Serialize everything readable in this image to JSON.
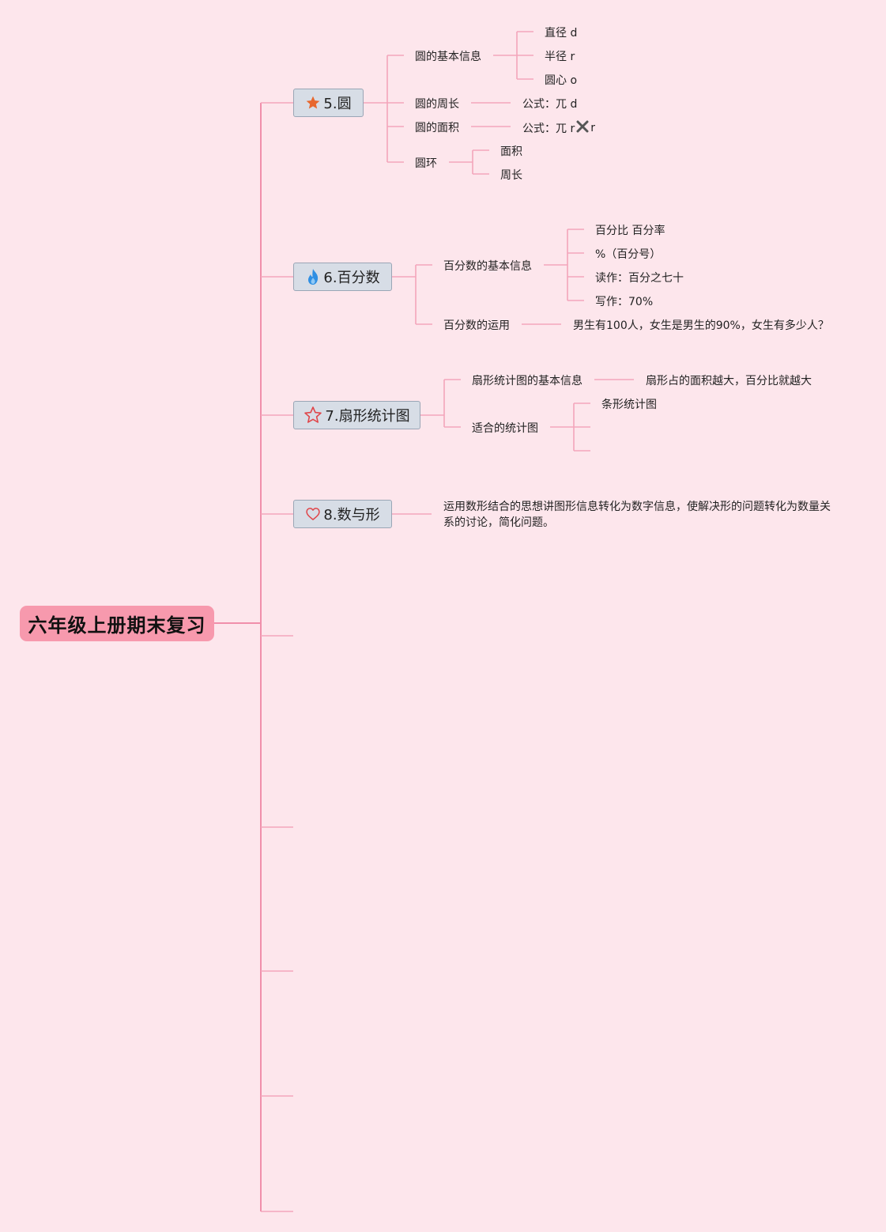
{
  "root": {
    "label": "六年级上册期末复习"
  },
  "topics": [
    {
      "label": "5.圆",
      "icon": "star-filled-icon",
      "items": {
        "basic": {
          "label": "圆的基本信息",
          "children": [
            "直径 d",
            "半径 r",
            "圆心 o"
          ]
        },
        "circumference": {
          "label": "圆的周长",
          "formula": "公式：兀 d"
        },
        "area": {
          "label": "圆的面积",
          "formula_prefix": "公式：兀 r",
          "formula_suffix": "r"
        },
        "ring": {
          "label": "圆环",
          "children": [
            "面积",
            "周长"
          ]
        }
      }
    },
    {
      "label": "6.百分数",
      "icon": "fire-icon",
      "items": {
        "basic": {
          "label": "百分数的基本信息",
          "children": [
            "百分比 百分率",
            "%（百分号）",
            "读作：百分之七十",
            "写作：70%"
          ]
        },
        "usage": {
          "label": "百分数的运用",
          "example": "男生有100人，女生是男生的90%，女生有多少人？"
        }
      }
    },
    {
      "label": "7.扇形统计图",
      "icon": "star-outline-icon",
      "items": {
        "basic": {
          "label": "扇形统计图的基本信息",
          "detail": "扇形占的面积越大，百分比就越大"
        },
        "suitable": {
          "label": "适合的统计图",
          "children": [
            "条形统计图"
          ]
        }
      }
    },
    {
      "label": "8.数与形",
      "icon": "heart-outline-icon",
      "items": {
        "detail": "运用数形结合的思想讲图形信息转化为数字信息，使解决形的问题转化为数量关系的讨论，简化问题。"
      }
    }
  ],
  "colors": {
    "background": "#fde6ec",
    "root_fill": "#f799ad",
    "connector": "#f3a5bb",
    "topic_fill": "#d7dde6",
    "star_icon": "#e8672e",
    "fire_icon": "#2f8fe3",
    "outline_icon": "#e0464a"
  }
}
